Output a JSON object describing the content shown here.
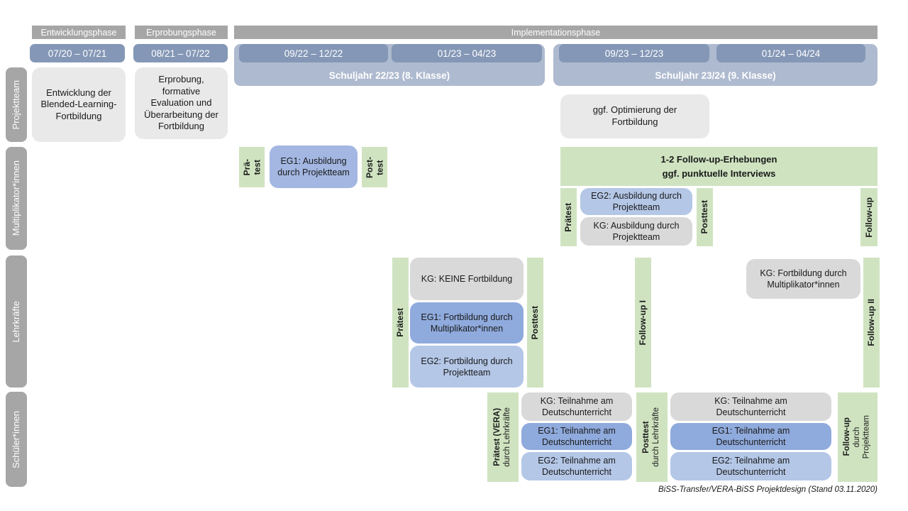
{
  "phases": {
    "p1": "Entwicklungsphase",
    "p2": "Erprobungsphase",
    "p3": "Implementationsphase"
  },
  "timeline": {
    "d1": "07/20 – 07/21",
    "d2": "08/21 – 07/22",
    "sj1": {
      "t1": "09/22 – 12/22",
      "t2": "01/23 – 04/23",
      "label": "Schuljahr 22/23 (8. Klasse)"
    },
    "sj2": {
      "t1": "09/23 – 12/23",
      "t2": "01/24 – 04/24",
      "label": "Schuljahr 23/24 (9. Klasse)"
    }
  },
  "sidebar": {
    "projektteam": "Projektteam",
    "multiplikatoren": "Multiplikator*innen",
    "lehrkraefte": "Lehrkräfte",
    "schueler": "Schüler*innen"
  },
  "projektteam": {
    "entwicklung": "Entwicklung der Blended-Learning-Fortbildung",
    "erprobung": "Erprobung, formative Evaluation und Überarbeitung der Fortbildung",
    "optimierung": "ggf. Optimierung der Fortbildung"
  },
  "multiplikatoren": {
    "praetest1_l1": "Prä-",
    "praetest1_l2": "test",
    "eg1": "EG1: Ausbildung durch Projektteam",
    "posttest1_l1": "Post-",
    "posttest1_l2": "test",
    "followup_box_l1": "1-2 Follow-up-Erhebungen",
    "followup_box_l2": "ggf. punktuelle Interviews",
    "praetest2": "Prätest",
    "eg2": "EG2: Ausbildung durch Projektteam",
    "kg": "KG: Ausbildung durch Projektteam",
    "posttest2": "Posttest",
    "followup": "Follow-up"
  },
  "lehrkraefte": {
    "praetest": "Prätest",
    "kg": "KG: KEINE Fortbildung",
    "eg1": "EG1: Fortbildung durch Multiplikator*innen",
    "eg2": "EG2: Fortbildung durch Projektteam",
    "posttest": "Posttest",
    "followup1": "Follow-up I",
    "kg2": "KG: Fortbildung durch Multiplikator*innen",
    "followup2": "Follow-up II"
  },
  "schueler": {
    "praetest_main": "Prätest (VERA)",
    "praetest_sub": "durch Lehrkräfte",
    "kg": "KG: Teilnahme am Deutschunterricht",
    "eg1": "EG1: Teilnahme am Deutschunterricht",
    "eg2": "EG2: Teilnahme am Deutschunterricht",
    "posttest_main": "Posttest",
    "posttest_sub": "durch Lehrkräfte",
    "followup_main": "Follow-up",
    "followup_sub1": "durch",
    "followup_sub2": "Projektteam"
  },
  "footer": "BiSS-Transfer/VERA-BiSS Projektdesign (Stand 03.11.2020)",
  "colors": {
    "phase_header": "#A6A6A6",
    "date_bar": "#8497B6",
    "schuljahr": "#AEBACF",
    "box_gray": "#E9E9E9",
    "box_kg": "#D9D9D9",
    "box_eg1": "#8FAADC",
    "box_eg1_light": "#A3B7E2",
    "box_eg2": "#B4C7E7",
    "box_green": "#CFE3C0"
  }
}
